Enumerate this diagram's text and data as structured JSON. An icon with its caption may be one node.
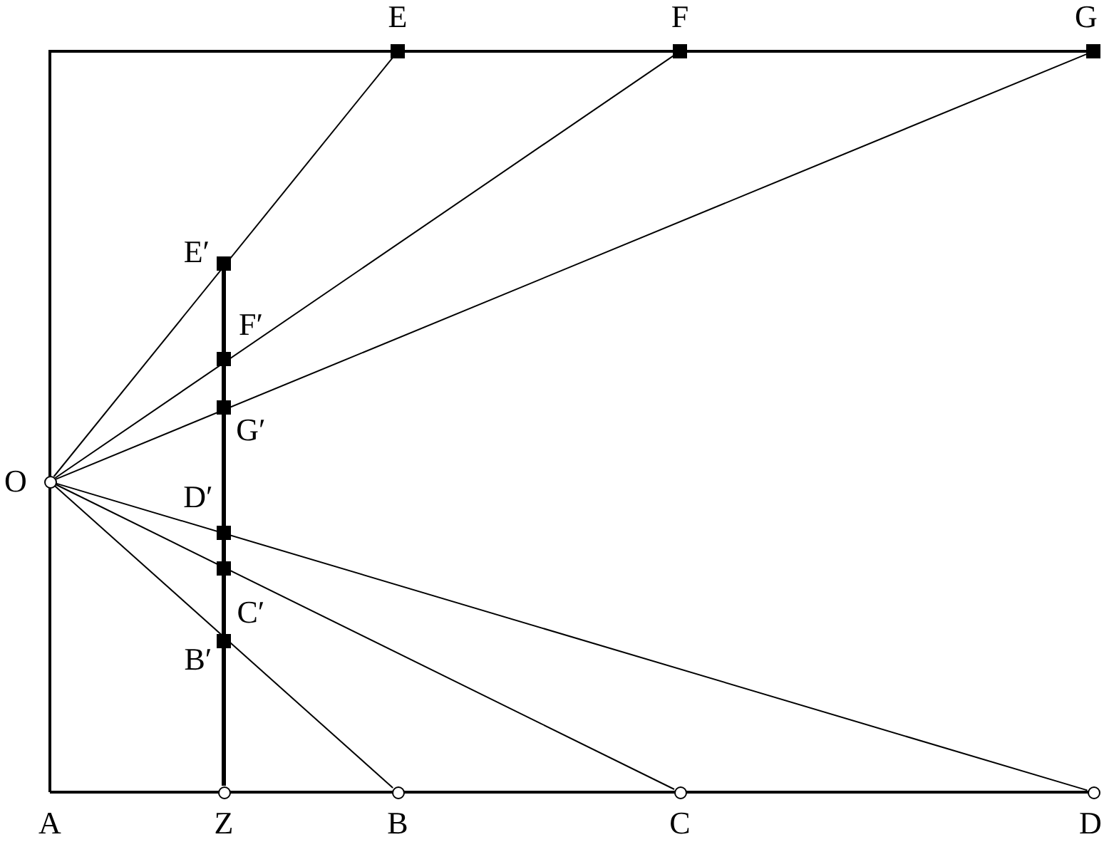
{
  "diagram": {
    "nodes": [
      {
        "text": [
          "E"
        ]
      },
      {
        "text": [
          "F"
        ]
      },
      {
        "text": [
          "G"
        ]
      },
      {
        "text": [
          "E′"
        ]
      },
      {
        "text": [
          "F′"
        ]
      },
      {
        "text": [
          "G′"
        ]
      },
      {
        "text": [
          "O"
        ]
      },
      {
        "text": [
          "D′"
        ]
      },
      {
        "text": [
          "C′"
        ]
      },
      {
        "text": [
          "B′"
        ]
      },
      {
        "text": [
          "A"
        ]
      },
      {
        "text": [
          "Z"
        ]
      },
      {
        "text": [
          "B"
        ]
      },
      {
        "text": [
          "C"
        ]
      },
      {
        "text": [
          "D"
        ]
      }
    ],
    "edges": [
      {
        "from": 6,
        "to": 0,
        "arrow": "none"
      },
      {
        "from": 6,
        "to": 1,
        "arrow": "none"
      },
      {
        "from": 6,
        "to": 2,
        "arrow": "none"
      },
      {
        "from": 6,
        "to": 14,
        "arrow": "none"
      },
      {
        "from": 6,
        "to": 13,
        "arrow": "none"
      },
      {
        "from": 6,
        "to": 12,
        "arrow": "none"
      },
      {
        "from": 11,
        "to": 3,
        "arrow": "none",
        "style": "thick"
      }
    ]
  }
}
